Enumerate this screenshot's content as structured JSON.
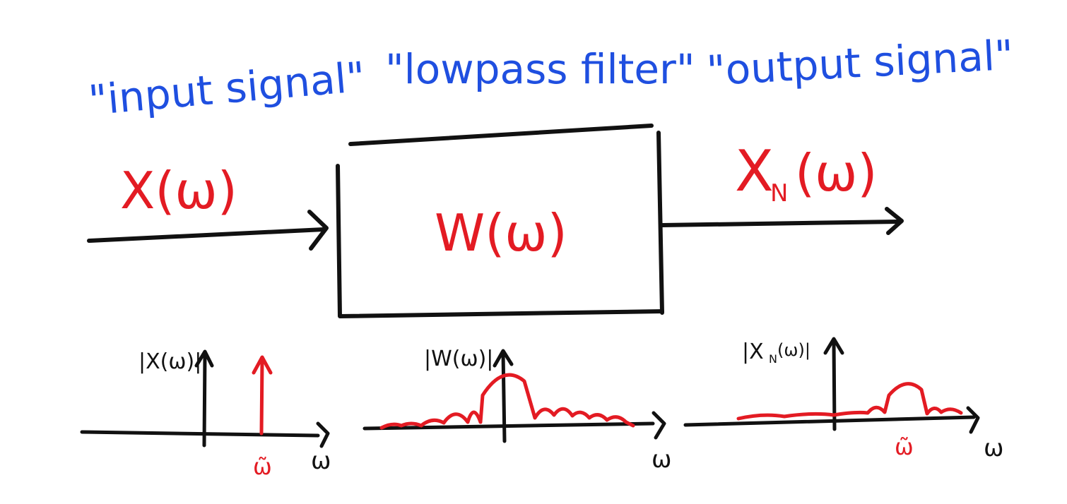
{
  "colors": {
    "blue": "#1f4fe0",
    "red": "#e31b23",
    "black": "#111111",
    "background": "#ffffff"
  },
  "labels": {
    "input_signal": "\"input signal\"",
    "lowpass_filter": "\"lowpass filter\"",
    "output_signal": "\"output signal\"",
    "input_math": "X(ω)",
    "filter_math": "W(ω)",
    "output_math_main": "X",
    "output_math_sub": "N",
    "output_math_arg": "(ω)"
  },
  "plots": {
    "input": {
      "ylabel": "|X(ω)|",
      "xlabel": "ω",
      "marker": "ω̃"
    },
    "filter": {
      "ylabel": "|W(ω)|",
      "xlabel": "ω"
    },
    "output": {
      "ylabel_main": "|X",
      "ylabel_sub": "N",
      "ylabel_rest": "(ω)|",
      "xlabel": "ω",
      "marker": "ω̃"
    }
  }
}
